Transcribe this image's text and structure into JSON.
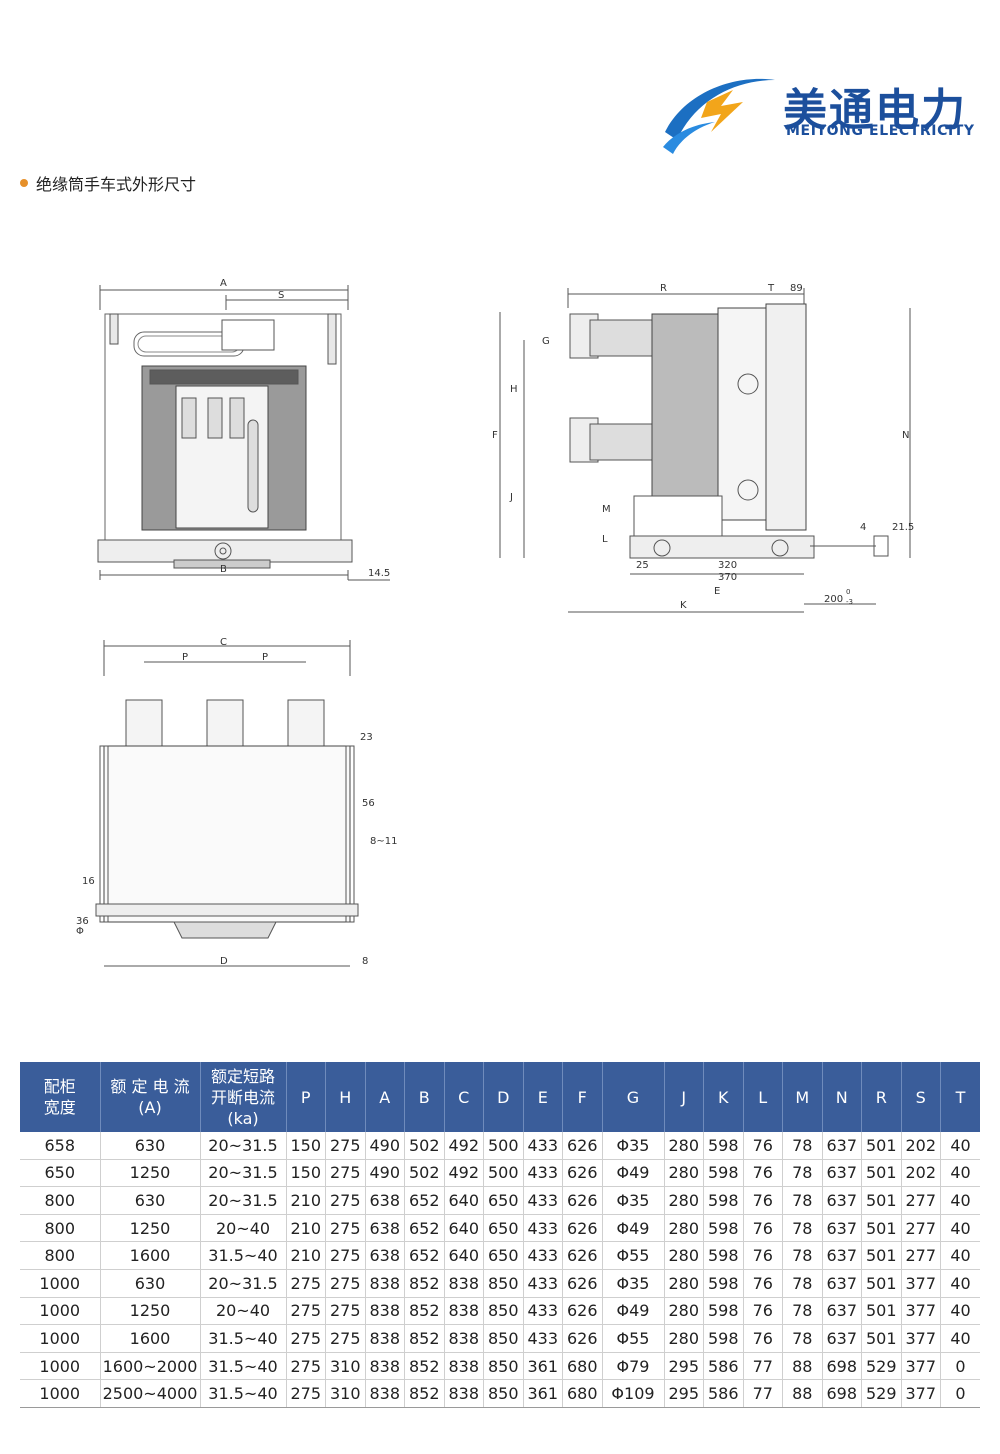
{
  "brand": {
    "name_cn": "美通电力",
    "name_en": "MEITONG ELECTRICITY"
  },
  "section_title": "绝缘筒手车式外形尺寸",
  "colors": {
    "brand_blue": "#1c4f9c",
    "accent_orange": "#e6902a",
    "table_header": "#3a5d9a"
  },
  "drawing_front": {
    "labels": {
      "a": "A",
      "s": "S",
      "b": "B",
      "offset": "14.5"
    }
  },
  "drawing_side": {
    "labels": {
      "r": "R",
      "t": "T",
      "d89": "89",
      "g": "G",
      "h": "H",
      "f": "F",
      "j": "J",
      "m": "M",
      "l": "L",
      "n": "N",
      "d21": "21.5",
      "d4": "4",
      "d25": "25",
      "d320": "320",
      "d370": "370",
      "e": "E",
      "k": "K",
      "d200": "200",
      "d200_tol": "0",
      "d200_tol2": "-3"
    }
  },
  "drawing_top": {
    "labels": {
      "c": "C",
      "p1": "P",
      "p2": "P",
      "d23": "23",
      "d56": "56",
      "d8_11": "8~11",
      "d16": "16",
      "d36": "36",
      "phi": "Φ",
      "d": "D",
      "d8": "8"
    }
  },
  "table": {
    "headers": [
      "配柜\n宽度",
      "额 定 电 流\n(A)",
      "额定短路\n开断电流\n(ka)",
      "P",
      "H",
      "A",
      "B",
      "C",
      "D",
      "E",
      "F",
      "G",
      "J",
      "K",
      "L",
      "M",
      "N",
      "R",
      "S",
      "T"
    ],
    "rows": [
      [
        "658",
        "630",
        "20~31.5",
        "150",
        "275",
        "490",
        "502",
        "492",
        "500",
        "433",
        "626",
        "Φ35",
        "280",
        "598",
        "76",
        "78",
        "637",
        "501",
        "202",
        "40"
      ],
      [
        "650",
        "1250",
        "20~31.5",
        "150",
        "275",
        "490",
        "502",
        "492",
        "500",
        "433",
        "626",
        "Φ49",
        "280",
        "598",
        "76",
        "78",
        "637",
        "501",
        "202",
        "40"
      ],
      [
        "800",
        "630",
        "20~31.5",
        "210",
        "275",
        "638",
        "652",
        "640",
        "650",
        "433",
        "626",
        "Φ35",
        "280",
        "598",
        "76",
        "78",
        "637",
        "501",
        "277",
        "40"
      ],
      [
        "800",
        "1250",
        "20~40",
        "210",
        "275",
        "638",
        "652",
        "640",
        "650",
        "433",
        "626",
        "Φ49",
        "280",
        "598",
        "76",
        "78",
        "637",
        "501",
        "277",
        "40"
      ],
      [
        "800",
        "1600",
        "31.5~40",
        "210",
        "275",
        "638",
        "652",
        "640",
        "650",
        "433",
        "626",
        "Φ55",
        "280",
        "598",
        "76",
        "78",
        "637",
        "501",
        "277",
        "40"
      ],
      [
        "1000",
        "630",
        "20~31.5",
        "275",
        "275",
        "838",
        "852",
        "838",
        "850",
        "433",
        "626",
        "Φ35",
        "280",
        "598",
        "76",
        "78",
        "637",
        "501",
        "377",
        "40"
      ],
      [
        "1000",
        "1250",
        "20~40",
        "275",
        "275",
        "838",
        "852",
        "838",
        "850",
        "433",
        "626",
        "Φ49",
        "280",
        "598",
        "76",
        "78",
        "637",
        "501",
        "377",
        "40"
      ],
      [
        "1000",
        "1600",
        "31.5~40",
        "275",
        "275",
        "838",
        "852",
        "838",
        "850",
        "433",
        "626",
        "Φ55",
        "280",
        "598",
        "76",
        "78",
        "637",
        "501",
        "377",
        "40"
      ],
      [
        "1000",
        "1600~2000",
        "31.5~40",
        "275",
        "310",
        "838",
        "852",
        "838",
        "850",
        "361",
        "680",
        "Φ79",
        "295",
        "586",
        "77",
        "88",
        "698",
        "529",
        "377",
        "0"
      ],
      [
        "1000",
        "2500~4000",
        "31.5~40",
        "275",
        "310",
        "838",
        "852",
        "838",
        "850",
        "361",
        "680",
        "Φ109",
        "295",
        "586",
        "77",
        "88",
        "698",
        "529",
        "377",
        "0"
      ]
    ]
  }
}
